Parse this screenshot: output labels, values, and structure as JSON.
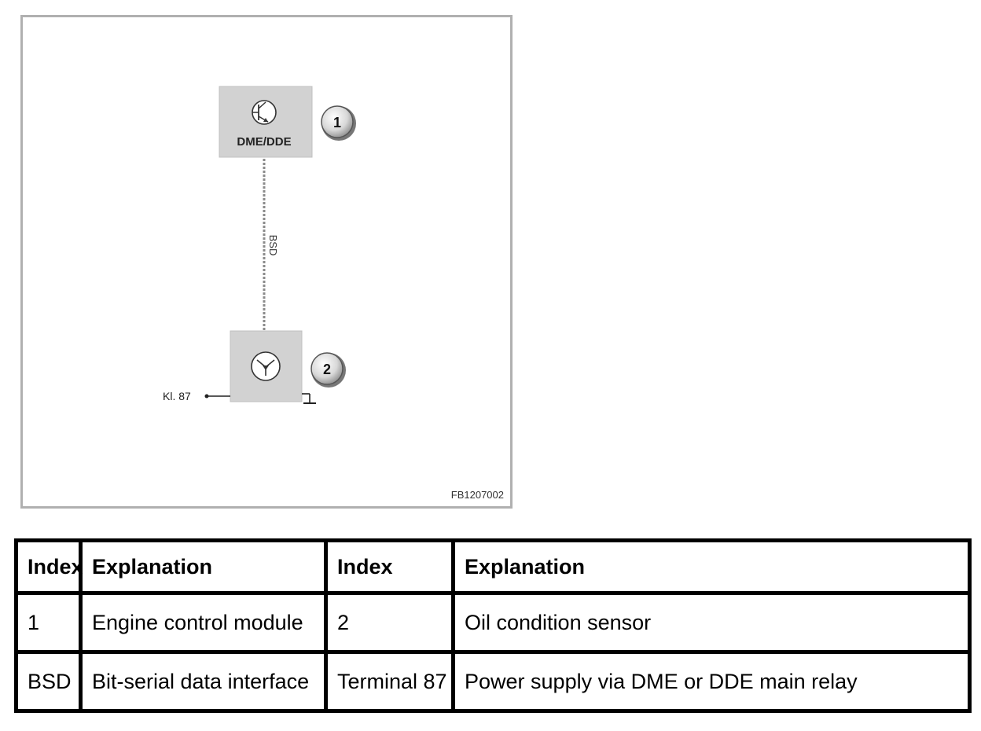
{
  "diagram": {
    "control_module": {
      "label": "DME/DDE",
      "badge": "1"
    },
    "sensor": {
      "badge": "2"
    },
    "bus_label": "BSD",
    "terminal_label": "Kl. 87",
    "figure_id": "FB1207002"
  },
  "legend": {
    "headers": [
      "Index",
      "Explanation",
      "Index",
      "Explanation"
    ],
    "rows": [
      [
        "1",
        "Engine control module",
        "2",
        "Oil condition sensor"
      ],
      [
        "BSD",
        "Bit-serial data interface",
        "Terminal 87",
        "Power supply via DME or DDE main relay"
      ]
    ]
  }
}
